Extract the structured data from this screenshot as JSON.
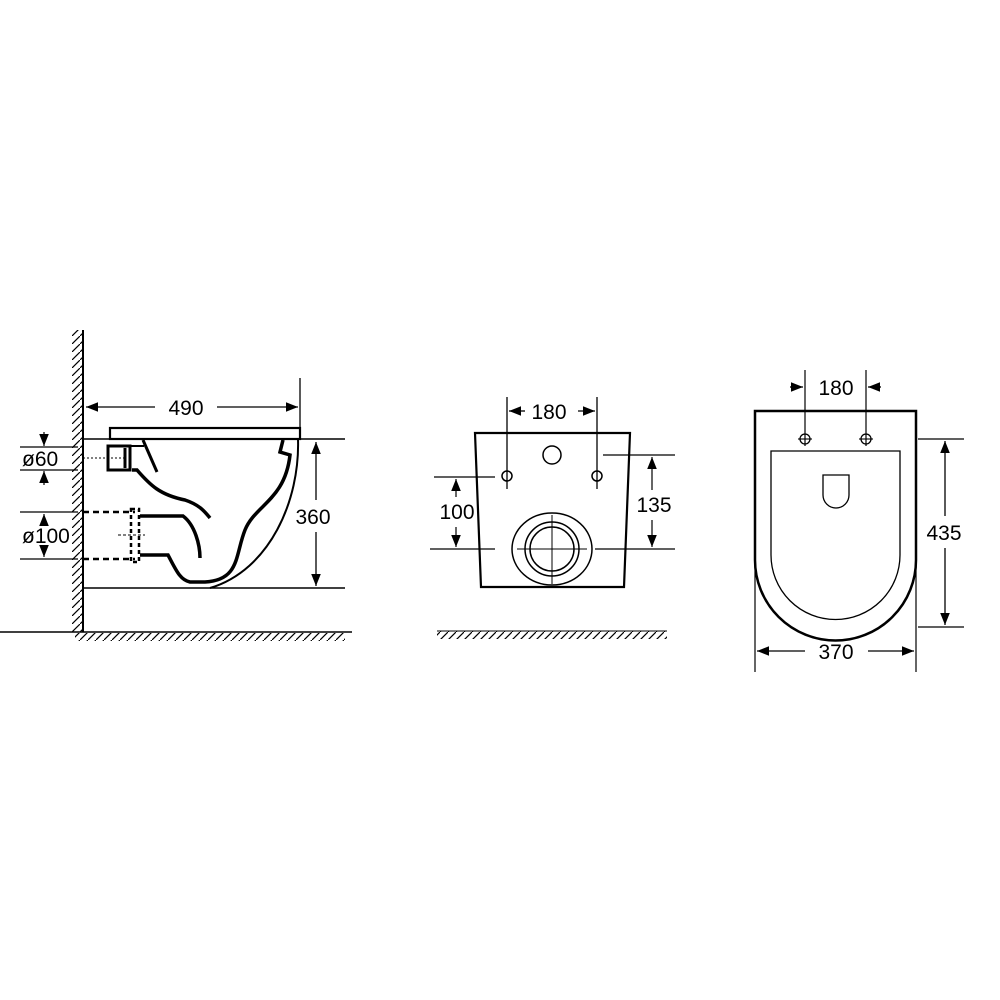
{
  "drawing": {
    "subject": "Wall-hung toilet dimension drawing",
    "views": [
      {
        "name": "side-view",
        "dimensions": {
          "depth": "490",
          "height": "360",
          "inlet_diameter": "ø60",
          "outlet_diameter": "ø100"
        }
      },
      {
        "name": "rear-view",
        "dimensions": {
          "bolt_spacing": "180",
          "bolt_to_outlet": "100",
          "top_to_outlet": "135"
        }
      },
      {
        "name": "top-view",
        "dimensions": {
          "bolt_spacing": "180",
          "width": "370",
          "length": "435"
        }
      }
    ]
  },
  "colors": {
    "line": "#000000",
    "background": "#ffffff"
  }
}
